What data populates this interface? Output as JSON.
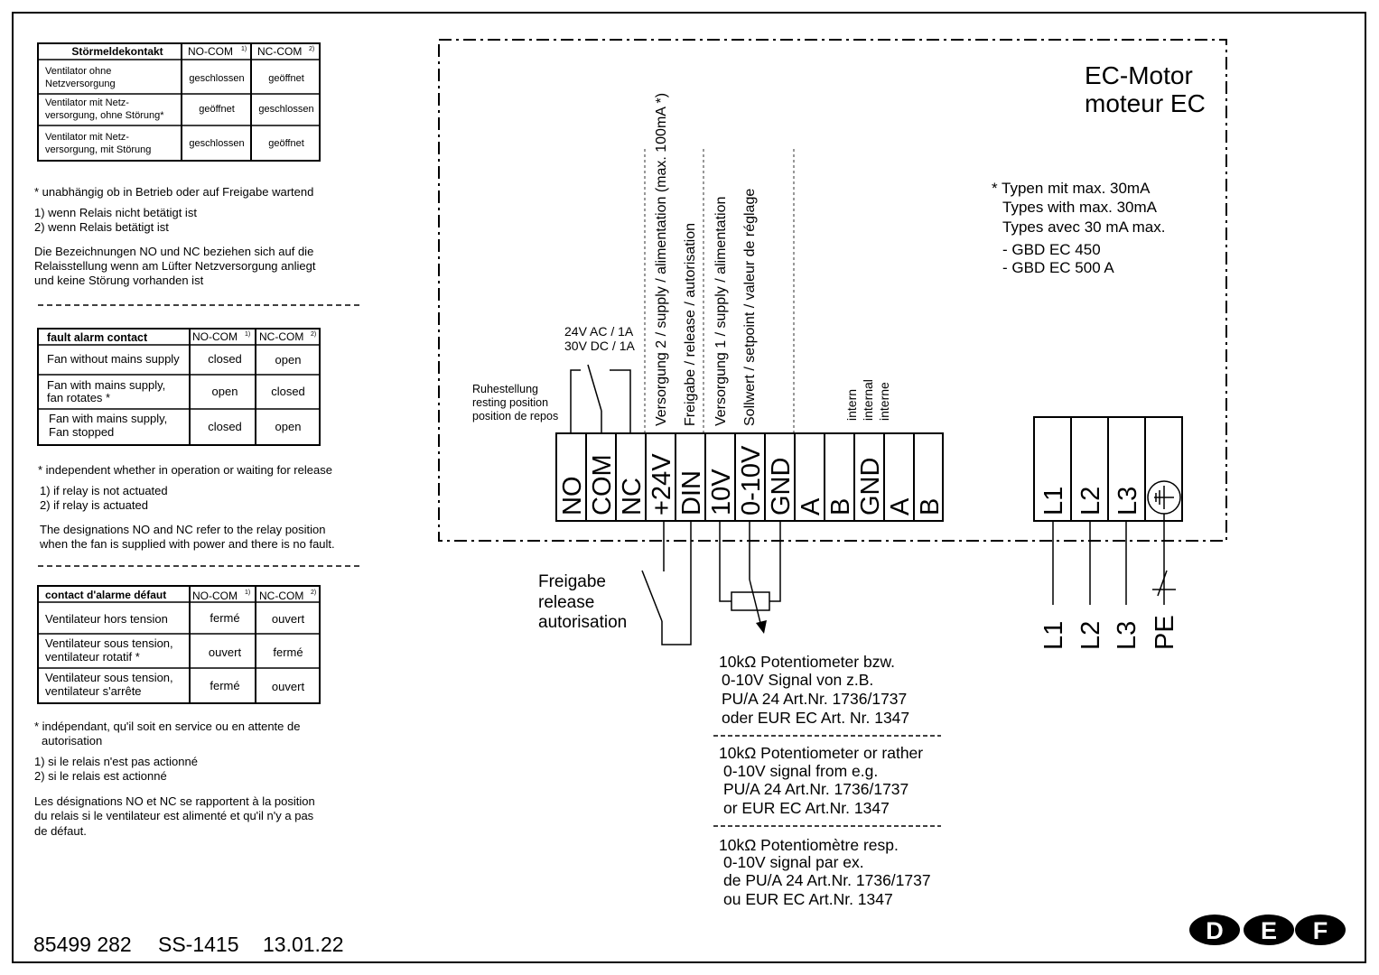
{
  "tables": [
    {
      "header": [
        "Störmeldekontakt",
        "NO-COM",
        "NC-COM"
      ],
      "header_notes": [
        "1)",
        "2)"
      ],
      "rows": [
        [
          "Ventilator ohne",
          "Netzversorgung",
          "geschlossen",
          "geöffnet"
        ],
        [
          "Ventilator mit Netz-",
          "versorgung, ohne Störung*",
          "geöffnet",
          "geschlossen"
        ],
        [
          "Ventilator mit Netz-",
          "versorgung, mit Störung",
          "geschlossen",
          "geöffnet"
        ]
      ]
    },
    {
      "header": [
        "fault alarm contact",
        "NO-COM",
        "NC-COM"
      ],
      "header_notes": [
        "1)",
        "2)"
      ],
      "rows": [
        [
          "Fan without mains supply",
          "",
          "closed",
          "open"
        ],
        [
          "Fan with mains supply,",
          "fan rotates *",
          "open",
          "closed"
        ],
        [
          "Fan with mains supply,",
          "Fan stopped",
          "closed",
          "open"
        ]
      ]
    },
    {
      "header": [
        "contact d'alarme défaut",
        "NO-COM",
        "NC-COM"
      ],
      "header_notes": [
        "1)",
        "2)"
      ],
      "rows": [
        [
          "Ventilateur hors tension",
          "",
          "fermé",
          "ouvert"
        ],
        [
          "Ventilateur sous tension,",
          "ventilateur rotatif *",
          "ouvert",
          "fermé"
        ],
        [
          "Ventilateur sous tension,",
          "ventilateur s'arrête",
          "fermé",
          "ouvert"
        ]
      ]
    }
  ],
  "notes_de": [
    "* unabhängig ob in Betrieb oder auf Freigabe wartend",
    "1) wenn Relais nicht betätigt ist",
    "2) wenn Relais betätigt ist",
    "Die Bezeichnungen NO und NC beziehen sich auf die",
    "Relaisstellung wenn am Lüfter Netzversorgung anliegt",
    "und keine Störung vorhanden ist"
  ],
  "notes_en": [
    "* independent whether in operation or waiting for release",
    "1) if relay is not actuated",
    "2) if relay is actuated",
    "The designations NO and NC refer to the relay position",
    "when the fan is supplied with power and there is no fault."
  ],
  "notes_fr": [
    "* indépendant, qu'il soit en service ou en attente de",
    "autorisation",
    "1) si le relais n'est pas actionné",
    "2) si le relais est actionné",
    "Les désignations NO et NC se rapportent à la position",
    "du relais si le ventilateur est alimenté et qu'il n'y a pas",
    "de défaut."
  ],
  "motor": {
    "title_lines": [
      "EC-Motor",
      "moteur EC"
    ],
    "types_note": [
      "* Typen mit max. 30mA",
      "Types with max. 30mA",
      "Types avec 30 mA max.",
      "- GBD EC 450",
      "- GBD EC 500 A"
    ]
  },
  "relay": {
    "rating": [
      "24V AC / 1A",
      "30V DC / 1A"
    ],
    "rest": [
      "Ruhestellung",
      "resting position",
      "position de repos"
    ]
  },
  "vertical_labels": [
    "Versorgung 2 / supply / alimentation (max. 100mA *)",
    "Freigabe / release / autorisation",
    "Versorgung 1 / supply / alimentation",
    "Sollwert / setpoint / valeur de réglage"
  ],
  "internal_labels": [
    "intern",
    "internal",
    "interne"
  ],
  "terminals": [
    "NO",
    "COM",
    "NC",
    "+24V",
    "DIN",
    "10V",
    "0-10V",
    "GND",
    "A",
    "B",
    "GND",
    "A",
    "B"
  ],
  "power_terminals": [
    "L1",
    "L2",
    "L3"
  ],
  "power_wires": [
    "L1",
    "L2",
    "L3",
    "PE"
  ],
  "release_caption": [
    "Freigabe",
    "release",
    "autorisation"
  ],
  "pot_notes": [
    [
      "10kΩ Potentiometer bzw.",
      "0-10V Signal von z.B.",
      "PU/A 24 Art.Nr. 1736/1737",
      "oder EUR EC Art. Nr. 1347"
    ],
    [
      "10kΩ Potentiometer or rather",
      "0-10V signal from e.g.",
      "PU/A 24 Art.Nr. 1736/1737",
      "or EUR EC Art.Nr. 1347"
    ],
    [
      "10kΩ Potentiomètre resp.",
      "0-10V signal par ex.",
      "de PU/A 24 Art.Nr. 1736/1737",
      "ou EUR EC Art.Nr. 1347"
    ]
  ],
  "footer": {
    "doc_number": "85499 282",
    "drawing": "SS-1415",
    "date": "13.01.22",
    "languages": [
      "D",
      "E",
      "F"
    ]
  }
}
